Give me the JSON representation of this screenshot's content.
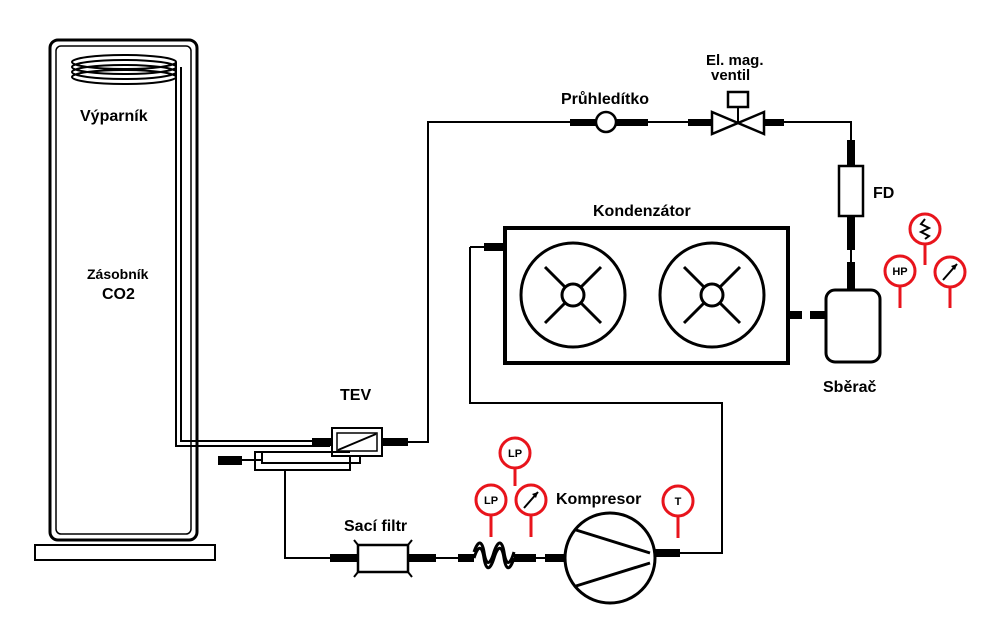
{
  "labels": {
    "evaporator": "Výparník",
    "tank_line1": "Zásobník",
    "tank_line2": "CO2",
    "tev": "TEV",
    "sight_glass": "Průhledítko",
    "solenoid_line1": "El. mag.",
    "solenoid_line2": "ventil",
    "filter_drier": "FD",
    "condenser": "Kondenzátor",
    "receiver": "Sběrač",
    "compressor": "Kompresor",
    "suction_filter": "Sací filtr"
  },
  "gauges": {
    "hp": "HP",
    "lp_top": "LP",
    "lp_bottom": "LP",
    "temp": "T"
  },
  "colors": {
    "line": "#000000",
    "gauge": "#e8141c",
    "background": "#ffffff"
  }
}
